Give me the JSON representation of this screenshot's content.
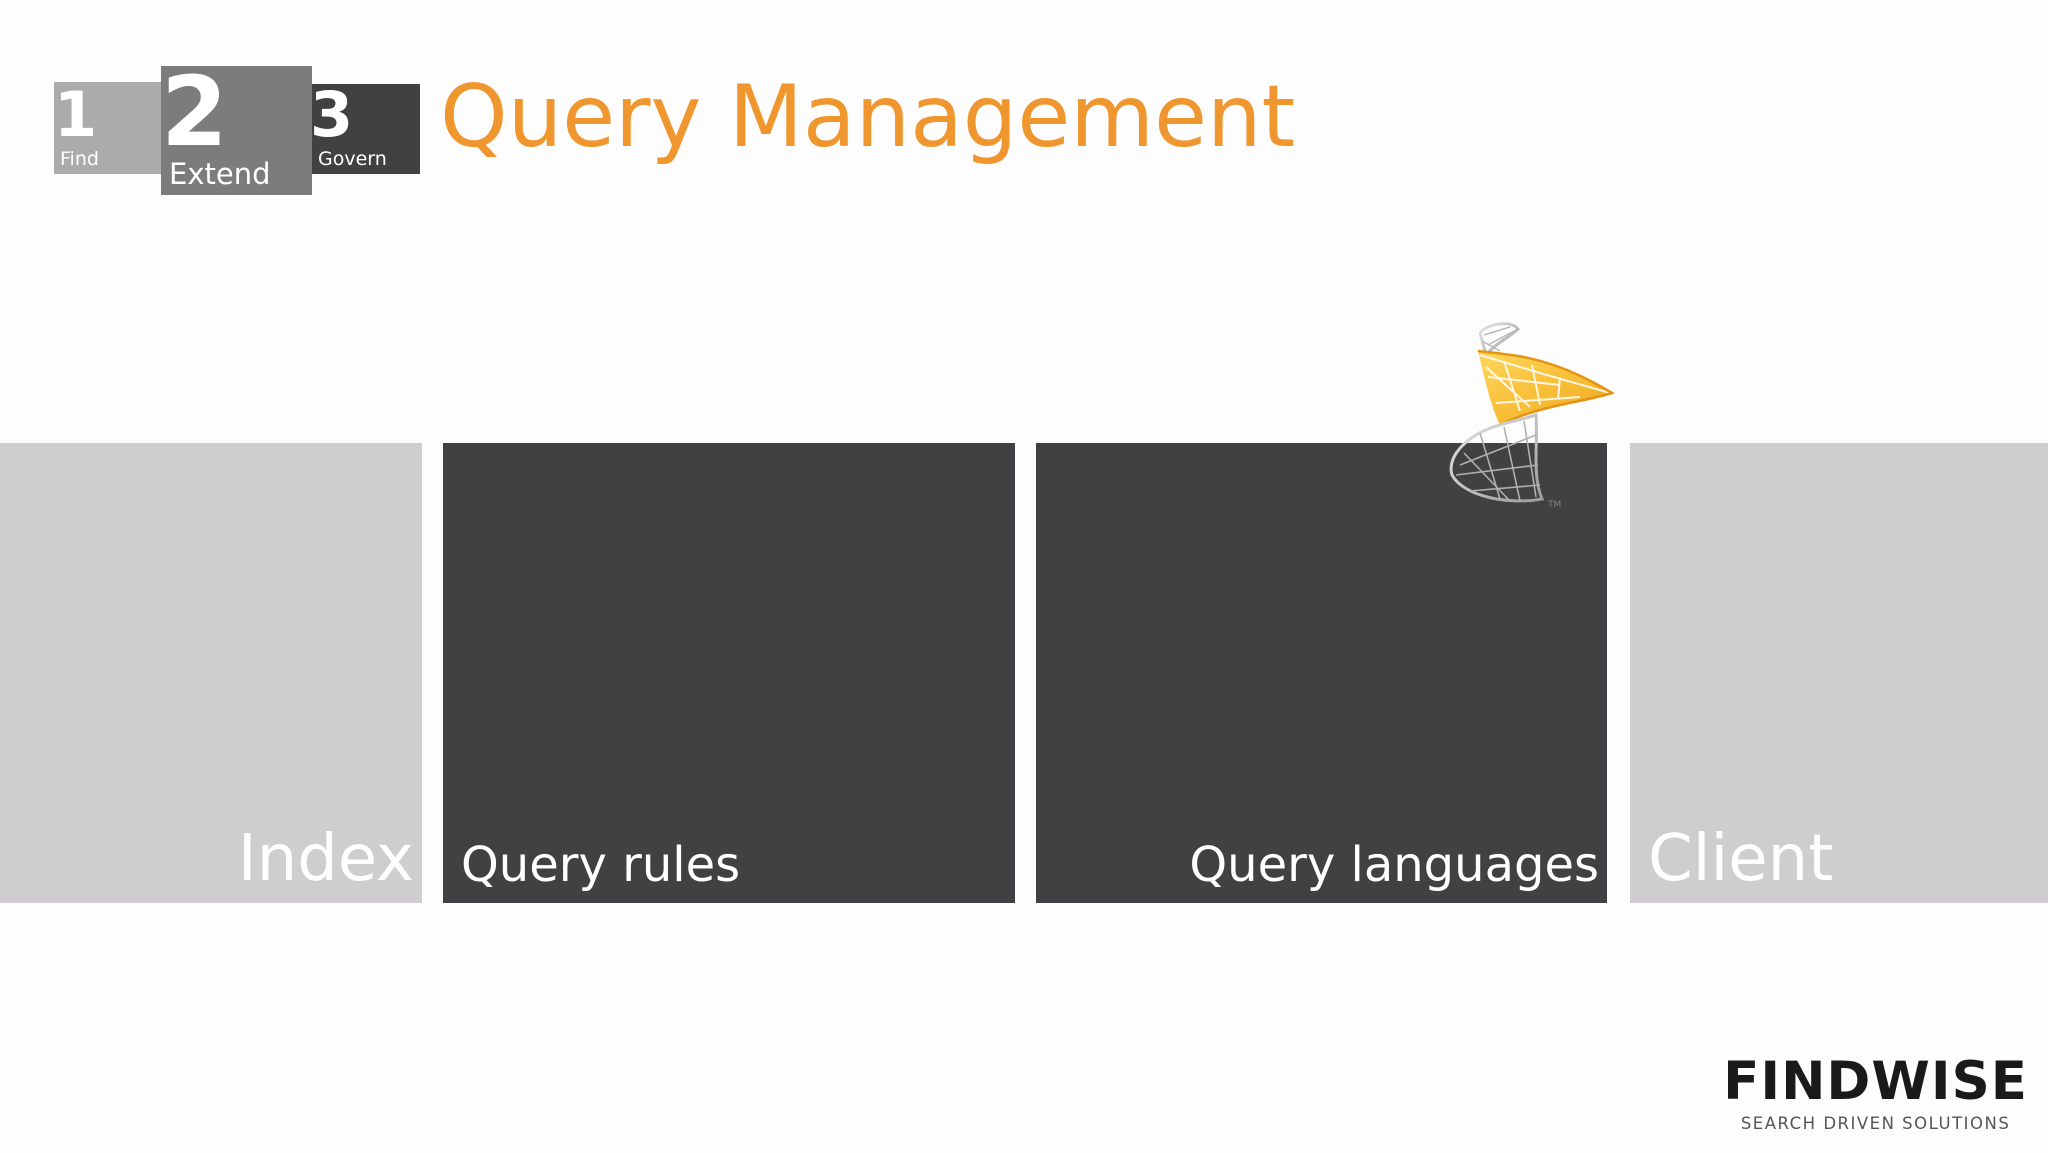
{
  "header": {
    "title": "Query Management",
    "title_color": "#f0962e",
    "steps": [
      {
        "number": "1",
        "label": "Find",
        "color": "#ababab"
      },
      {
        "number": "2",
        "label": "Extend",
        "color": "#7c7c7c"
      },
      {
        "number": "3",
        "label": "Govern",
        "color": "#414141"
      }
    ]
  },
  "tiles": [
    {
      "label": "Index",
      "color": "#cfcdd0"
    },
    {
      "label": "Query rules",
      "color": "#414042"
    },
    {
      "label": "Query languages",
      "color": "#414042"
    },
    {
      "label": "Client",
      "color": "#cfcdd0"
    }
  ],
  "product_logo": {
    "icon": "sql-server-logo-icon",
    "mark": "TM"
  },
  "brand": {
    "name": "FINDWISE",
    "tagline": "SEARCH DRIVEN SOLUTIONS"
  }
}
